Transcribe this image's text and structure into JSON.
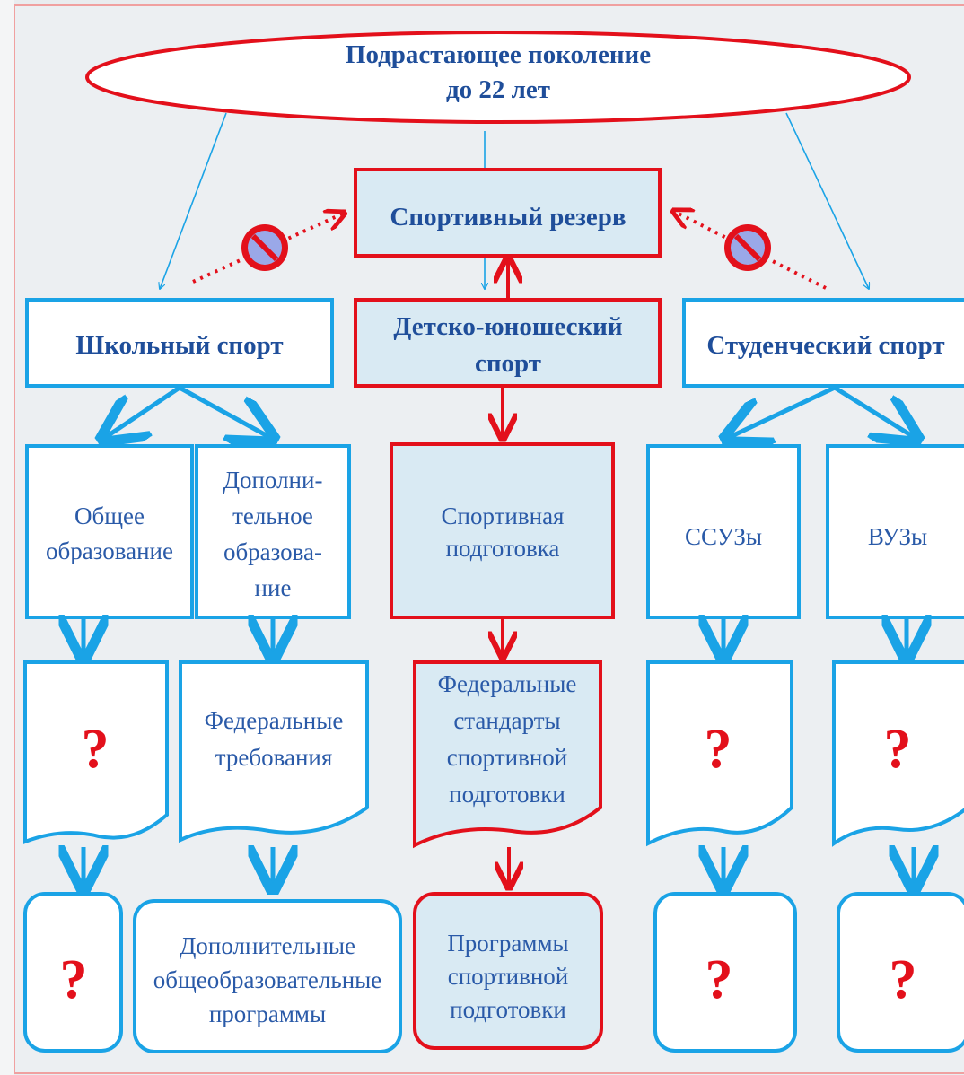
{
  "top_node": [
    "Подрастающее поколение",
    "до 22 лет"
  ],
  "reserve": "Спортивный резерв",
  "school_sport": "Школьный спорт",
  "youth_sport": [
    "Детско-юношеский",
    "спорт"
  ],
  "student_sport": "Студенческий спорт",
  "general_education": [
    "Общее",
    "образование"
  ],
  "additional_education": [
    "Дополни-",
    "тельное",
    "образова-",
    "ние"
  ],
  "sport_training": [
    "Спортивная",
    "подготовка"
  ],
  "ssuz": "ССУЗы",
  "vuz": "ВУЗы",
  "federal_requirements": [
    "Федеральные",
    "требования"
  ],
  "federal_standards": [
    "Федеральные",
    "стандарты",
    "спортивной",
    "подготовки"
  ],
  "additional_programs": [
    "Дополнительные",
    "общеобразовательные",
    "программы"
  ],
  "sport_programs": [
    "Программы",
    "спортивной",
    "подготовки"
  ],
  "unknown_mark": "?",
  "colors": {
    "blue": "#1aa3e6",
    "red": "#e3101b",
    "title_blue": "#1f4e9a",
    "fill_light": "#d9eaf3"
  },
  "icons": [
    "no-entry-icon",
    "no-entry-icon"
  ]
}
